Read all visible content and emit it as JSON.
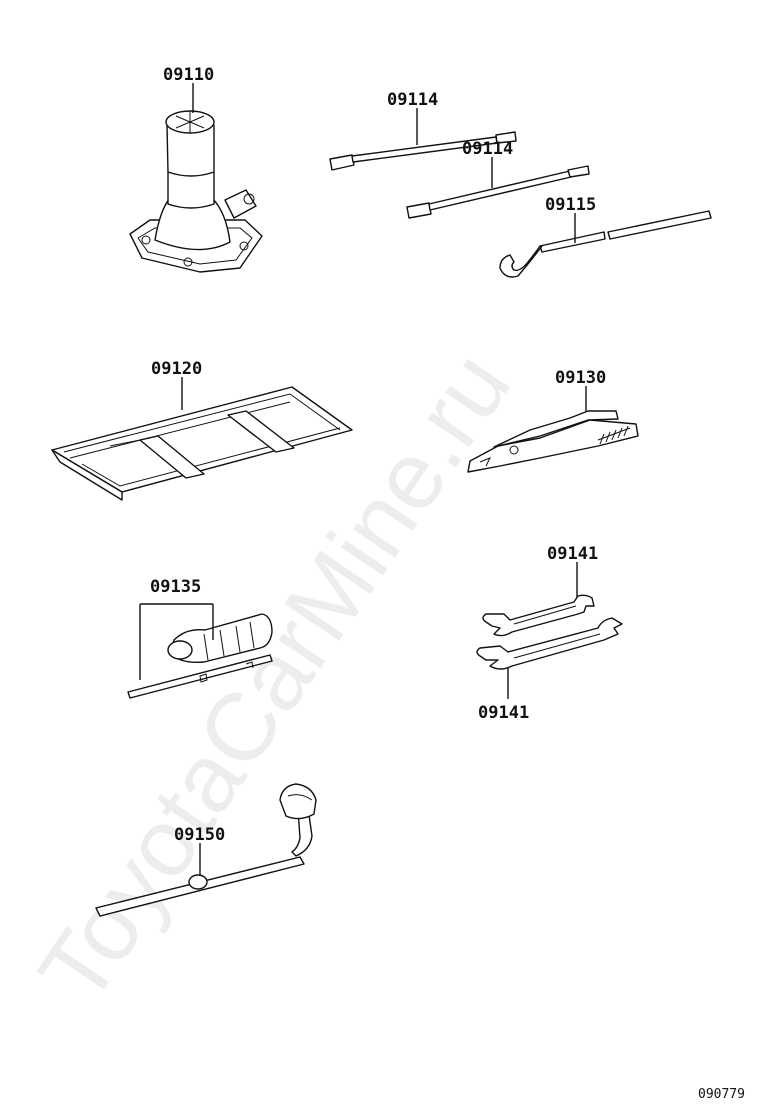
{
  "watermark": "ToyotaCarMine.ru",
  "drawing_code": "090779",
  "callouts": {
    "jack": "09110",
    "handle_a": "09114",
    "handle_b": "09114",
    "handle_hook": "09115",
    "tool_bag": "09120",
    "pliers": "09130",
    "screwdriver": "09135",
    "wrench_a": "09141",
    "wrench_b": "09141",
    "lug_wrench": "09150"
  }
}
